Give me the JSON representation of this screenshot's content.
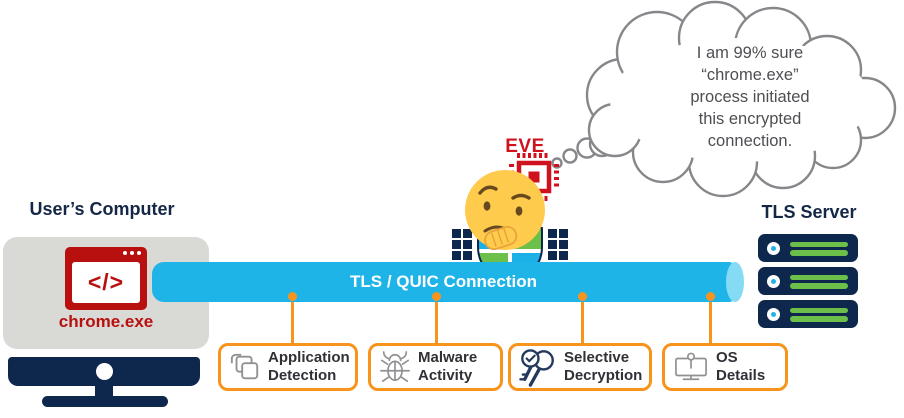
{
  "diagram": {
    "user_computer": {
      "title": "User’s Computer",
      "process_name": "chrome.exe",
      "code_glyph": "</>"
    },
    "pipe_label": "TLS / QUIC Connection",
    "eve_label": "EVE",
    "thought_bubble": {
      "lines": [
        "I am 99% sure",
        "“chrome.exe”",
        "process initiated",
        "this encrypted",
        "connection."
      ]
    },
    "tls_server": {
      "title": "TLS Server"
    },
    "features": [
      {
        "name": "application-detection",
        "line1": "Application",
        "line2": "Detection"
      },
      {
        "name": "malware-activity",
        "line1": "Malware",
        "line2": "Activity"
      },
      {
        "name": "selective-decryption",
        "line1": "Selective",
        "line2": "Decryption"
      },
      {
        "name": "os-details",
        "line1": "OS",
        "line2": "Details"
      }
    ],
    "colors": {
      "orange": "#F7941E",
      "pipe_cyan": "#1FB4E8",
      "pipe_cap": "#85DBF4",
      "navy": "#0D274D",
      "chrome_red": "#B8100F",
      "eve_red": "#D0121F",
      "green": "#6CC04A",
      "icon_gray": "#8F9194",
      "cloud_stroke": "#85878A"
    }
  }
}
